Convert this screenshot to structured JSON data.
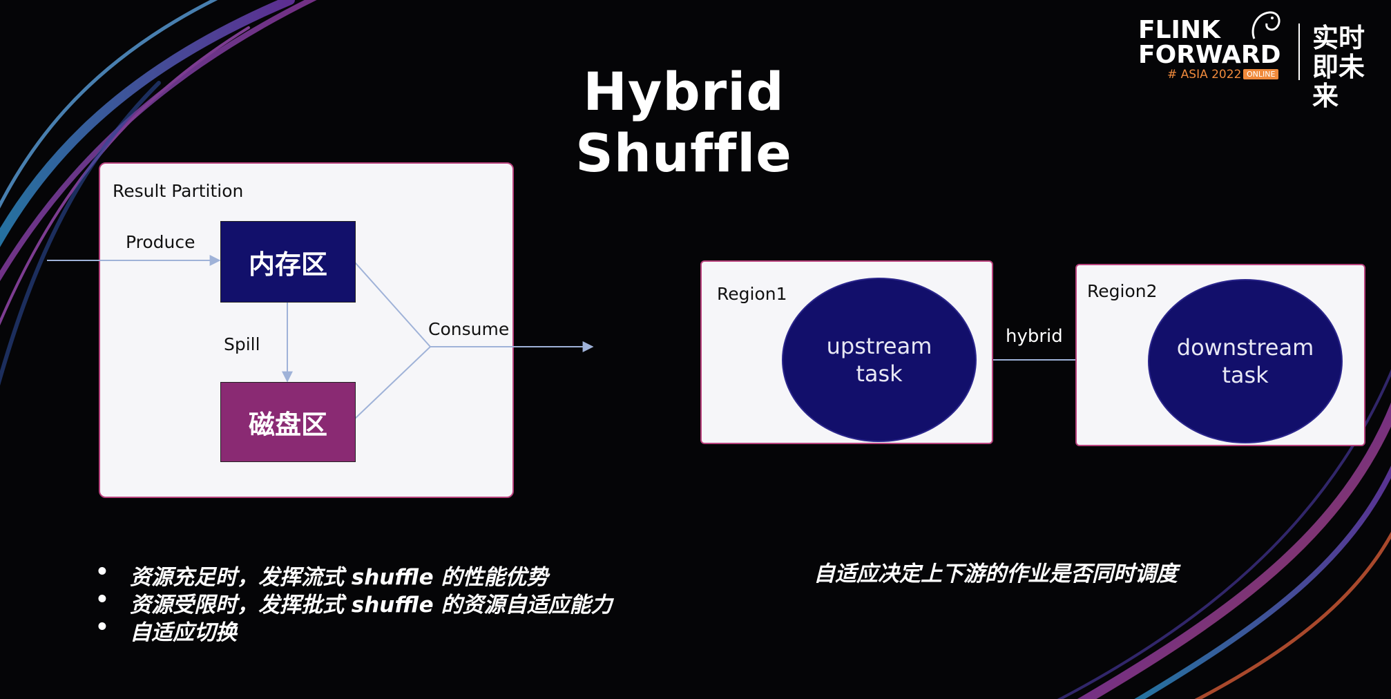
{
  "slide": {
    "title": "Hybrid Shuffle"
  },
  "logo": {
    "line1": "FLINK",
    "line2": "FORWARD",
    "subtitle": "# ASIA 2022",
    "badge": "ONLINE",
    "chinese": "实时即未来"
  },
  "left_diagram": {
    "panel_label": "Result Partition",
    "produce_label": "Produce",
    "memory_box": "内存区",
    "spill_label": "Spill",
    "disk_box": "磁盘区",
    "consume_label": "Consume",
    "colors": {
      "memory": "#12106b",
      "disk": "#8a2a73",
      "arrow": "#9fb2d8",
      "panel_border": "#b9427d"
    }
  },
  "right_diagram": {
    "region1_label": "Region1",
    "region1_task": "upstream task",
    "edge_label": "hybrid",
    "region2_label": "Region2",
    "region2_task": "downstream task"
  },
  "bullets": [
    "资源充足时，发挥流式 shuffle 的性能优势",
    "资源受限时，发挥批式 shuffle 的资源自适应能力",
    "自适应切换"
  ],
  "bullet_symbol": "•",
  "note": "自适应决定上下游的作业是否同时调度"
}
